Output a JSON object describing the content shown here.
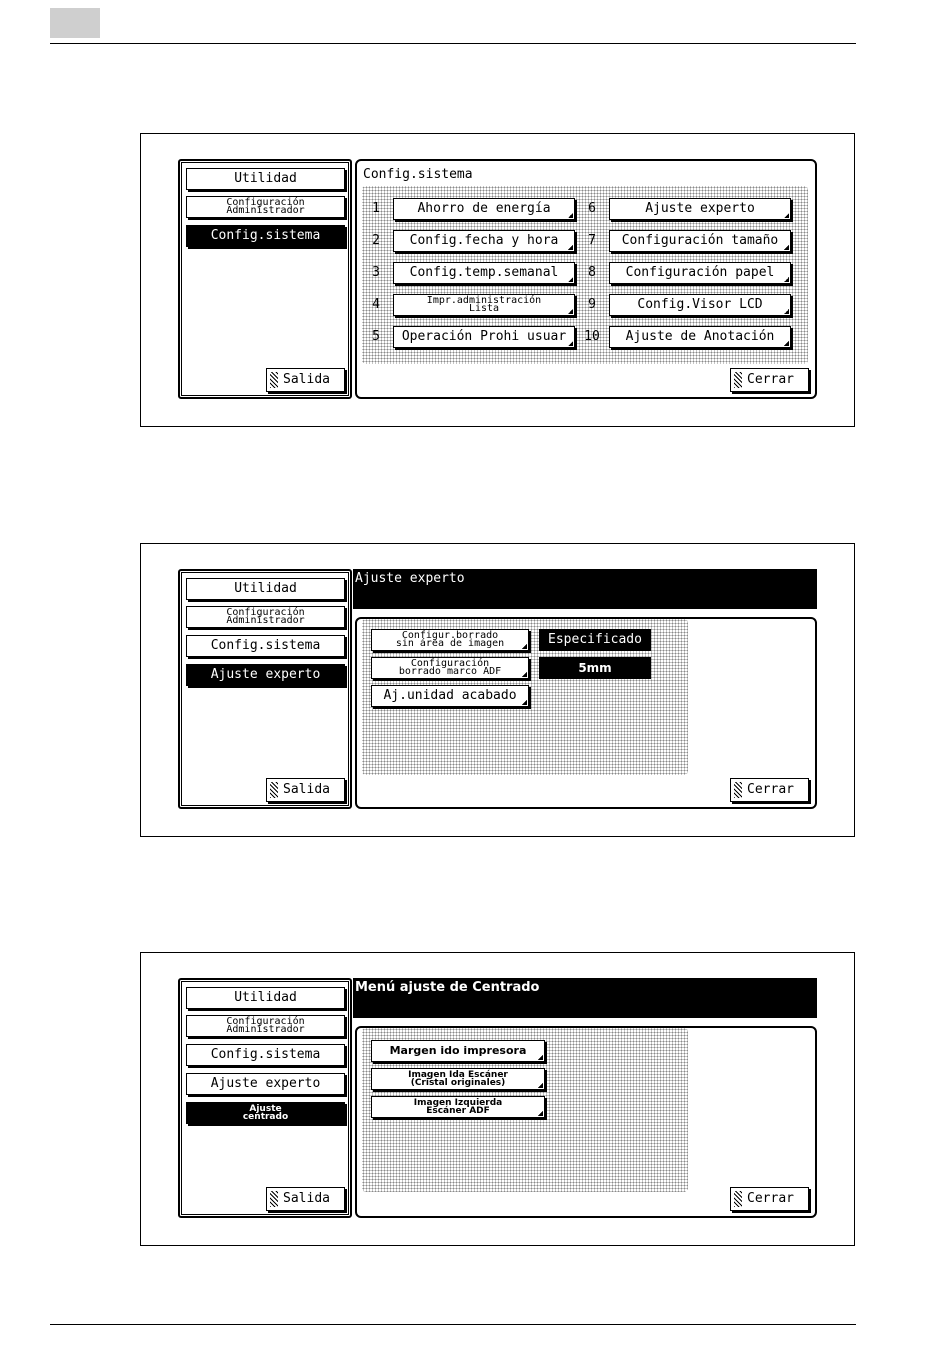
{
  "screens": [
    {
      "sidebar": [
        "Utilidad",
        [
          "Configuración",
          "Administrador"
        ],
        "Config.sistema"
      ],
      "exit_label": "Salida",
      "title": "Config.sistema",
      "options": [
        {
          "num": "1",
          "label": "Ahorro de energía"
        },
        {
          "num": "2",
          "label": "Config.fecha y hora"
        },
        {
          "num": "3",
          "label": "Config.temp.semanal"
        },
        {
          "num": "4",
          "label": [
            "Impr.administración",
            "Lista"
          ]
        },
        {
          "num": "5",
          "label": "Operación Prohi usuar"
        },
        {
          "num": "6",
          "label": "Ajuste experto"
        },
        {
          "num": "7",
          "label": "Configuración tamaño"
        },
        {
          "num": "8",
          "label": "Configuración papel"
        },
        {
          "num": "9",
          "label": "Config.Visor LCD"
        },
        {
          "num": "10",
          "label": "Ajuste de Anotación"
        }
      ],
      "close_label": "Cerrar"
    },
    {
      "sidebar": [
        "Utilidad",
        [
          "Configuración",
          "Administrador"
        ],
        "Config.sistema",
        "Ajuste experto"
      ],
      "exit_label": "Salida",
      "title": "Ajuste experto",
      "settings": [
        {
          "label": [
            "Configur.borrado",
            "sin área de imagen"
          ],
          "value": "Especificado"
        },
        {
          "label": [
            "Configuración",
            "borrado marco ADF"
          ],
          "value": "5mm"
        },
        {
          "label": "Aj.unidad acabado"
        }
      ],
      "close_label": "Cerrar"
    },
    {
      "sidebar": [
        "Utilidad",
        [
          "Configuración",
          "Administrador"
        ],
        "Config.sistema",
        "Ajuste experto",
        [
          "Ajuste",
          "centrado"
        ]
      ],
      "exit_label": "Salida",
      "title": "Menú ajuste de Centrado",
      "options": [
        "Margen ido impresora",
        [
          "Imagen Ida Escáner",
          "(Cristal originales)"
        ],
        [
          "Imagen Izquierda",
          "Escáner ADF"
        ]
      ],
      "close_label": "Cerrar"
    }
  ]
}
